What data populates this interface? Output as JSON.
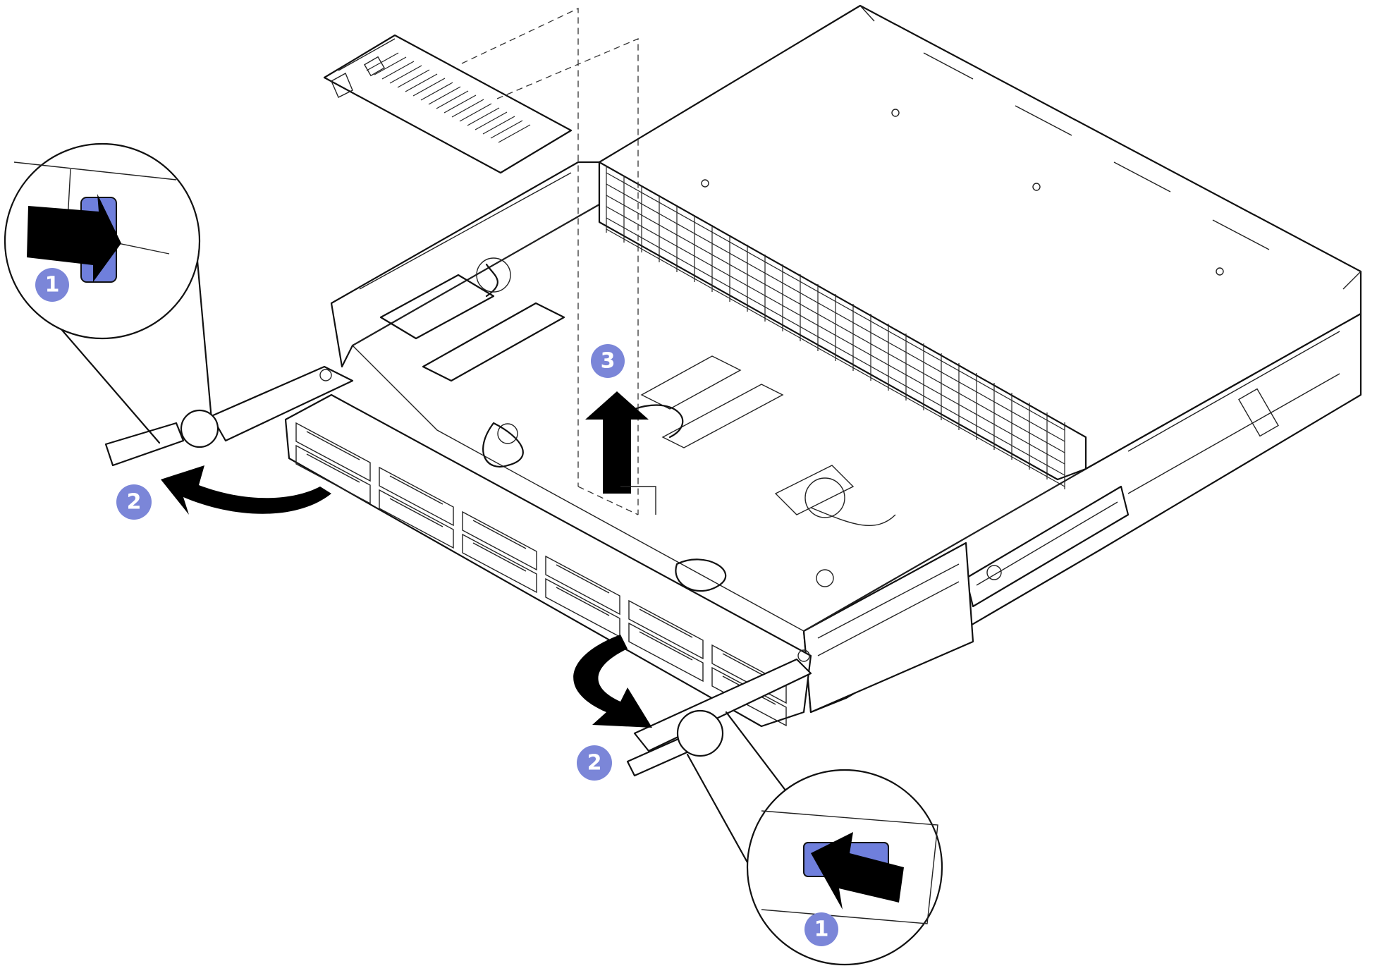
{
  "callouts": [
    {
      "id": "step-1-left",
      "label": "1"
    },
    {
      "id": "step-2-left",
      "label": "2"
    },
    {
      "id": "step-3",
      "label": "3"
    },
    {
      "id": "step-2-right",
      "label": "2"
    },
    {
      "id": "step-1-right",
      "label": "1"
    }
  ],
  "colors": {
    "accent": "#7b86d8",
    "latch": "#6f7fdc",
    "line": "#111111",
    "arrow": "#000000"
  }
}
